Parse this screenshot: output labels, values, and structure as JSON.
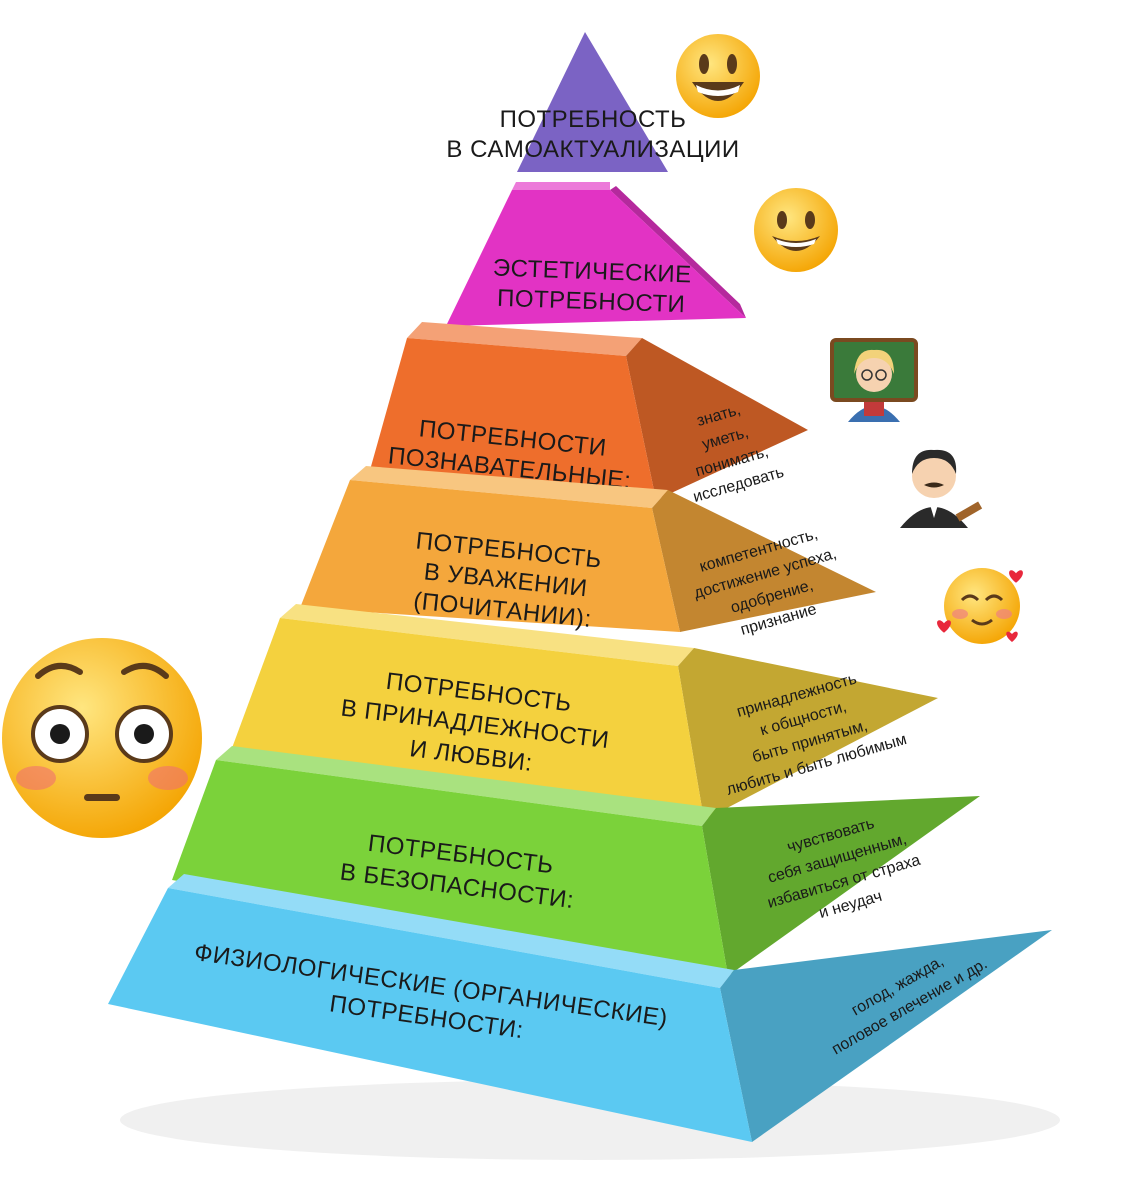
{
  "pyramid": {
    "tiers": [
      {
        "id": "self-actualization",
        "title_lines": [
          "ПОТРЕБНОСТЬ",
          "В САМОАКТУАЛИЗАЦИИ"
        ],
        "side_lines": [],
        "color": "#7b63c4"
      },
      {
        "id": "aesthetic",
        "title_lines": [
          "ЭСТЕТИЧЕСКИЕ",
          "ПОТРЕБНОСТИ"
        ],
        "side_lines": [],
        "color": "#e233c4"
      },
      {
        "id": "cognitive",
        "title_lines": [
          "ПОТРЕБНОСТИ",
          "ПОЗНАВАТЕЛЬНЫЕ:"
        ],
        "side_lines": [
          "знать,",
          "уметь,",
          "понимать,",
          "исследовать"
        ],
        "color": "#ee6e2c"
      },
      {
        "id": "esteem",
        "title_lines": [
          "ПОТРЕБНОСТЬ",
          "В УВАЖЕНИИ",
          "(ПОЧИТАНИИ):"
        ],
        "side_lines": [
          "компетентность,",
          "достижение успеха,",
          "одобрение,",
          "признание"
        ],
        "color": "#f4a73c"
      },
      {
        "id": "belonging",
        "title_lines": [
          "ПОТРЕБНОСТЬ",
          "В ПРИНАДЛЕЖНОСТИ",
          "И ЛЮБВИ:"
        ],
        "side_lines": [
          "принадлежность",
          "к общности,",
          "быть принятым,",
          "любить и быть любимым"
        ],
        "color": "#f4d13e"
      },
      {
        "id": "safety",
        "title_lines": [
          "ПОТРЕБНОСТЬ",
          "В БЕЗОПАСНОСТИ:"
        ],
        "side_lines": [
          "чувствовать",
          "себя защищенным,",
          "избавиться от страха",
          "и неудач"
        ],
        "color": "#7bd23a"
      },
      {
        "id": "physiological",
        "title_lines": [
          "ФИЗИОЛОГИЧЕСКИЕ (ОРГАНИЧЕСКИЕ)",
          "ПОТРЕБНОСТИ:"
        ],
        "side_lines": [
          "голод, жажда,",
          "половое влечение и др."
        ],
        "color": "#5bc9f2"
      }
    ]
  },
  "emojis": [
    {
      "name": "grinning-face-icon",
      "kind": "grin"
    },
    {
      "name": "smiling-face-icon",
      "kind": "smile"
    },
    {
      "name": "woman-teacher-icon",
      "kind": "teacher"
    },
    {
      "name": "man-judge-icon",
      "kind": "judge"
    },
    {
      "name": "smiling-face-with-hearts-icon",
      "kind": "hearts"
    },
    {
      "name": "flushed-face-icon",
      "kind": "flushed"
    }
  ]
}
